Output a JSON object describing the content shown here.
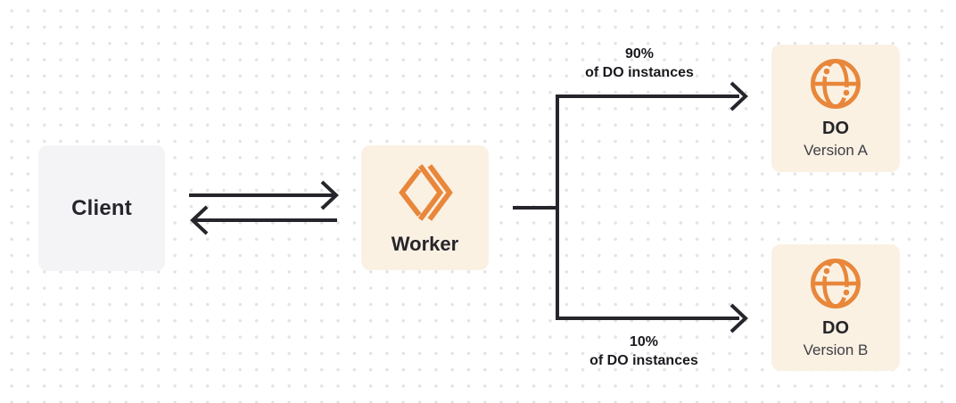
{
  "diagram": {
    "nodes": {
      "client": {
        "label": "Client"
      },
      "worker": {
        "label": "Worker"
      },
      "do_version_a": {
        "title": "DO",
        "subtitle": "Version A"
      },
      "do_version_b": {
        "title": "DO",
        "subtitle": "Version B"
      }
    },
    "edge_labels": {
      "top": {
        "line1": "90%",
        "line2": "of DO instances"
      },
      "bottom": {
        "line1": "10%",
        "line2": "of DO instances"
      }
    },
    "colors": {
      "accent_orange": "#e8873b",
      "node_cream_background": "#faf1e3",
      "client_gray_background": "#f4f4f6",
      "connector_dark": "#26252b",
      "grid_dot": "#e3e3e6",
      "canvas_background": "#ffffff"
    }
  }
}
